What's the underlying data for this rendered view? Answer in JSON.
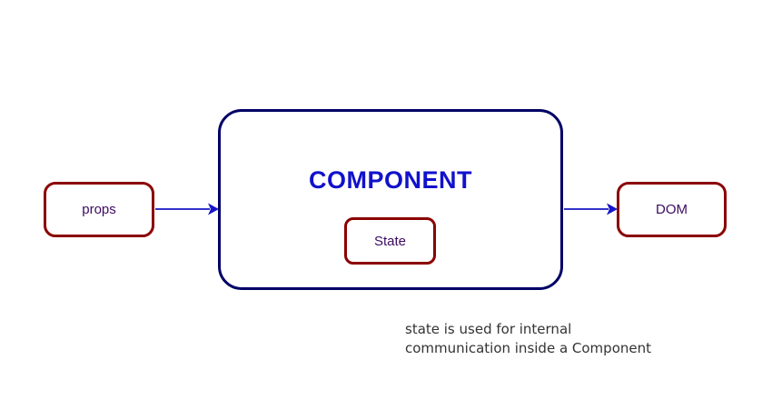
{
  "diagram": {
    "type": "flow-diagram",
    "background_color": "#ffffff",
    "nodes": {
      "props": {
        "label": "props",
        "border_color": "#8B0000",
        "text_color": "#3B0B60"
      },
      "component": {
        "label": "COMPONENT",
        "border_color": "#000066",
        "text_color": "#1111CC"
      },
      "state": {
        "label": "State",
        "border_color": "#8B0000",
        "text_color": "#3B0B60"
      },
      "dom": {
        "label": "DOM",
        "border_color": "#8B0000",
        "text_color": "#3B0B60"
      }
    },
    "arrows": {
      "color": "#3333CC",
      "props_to_component": {
        "from": "props",
        "to": "component"
      },
      "component_to_dom": {
        "from": "component",
        "to": "dom"
      }
    },
    "caption": {
      "line1": "state is used for internal",
      "line2": "communication inside a Component",
      "color": "#333333"
    }
  }
}
